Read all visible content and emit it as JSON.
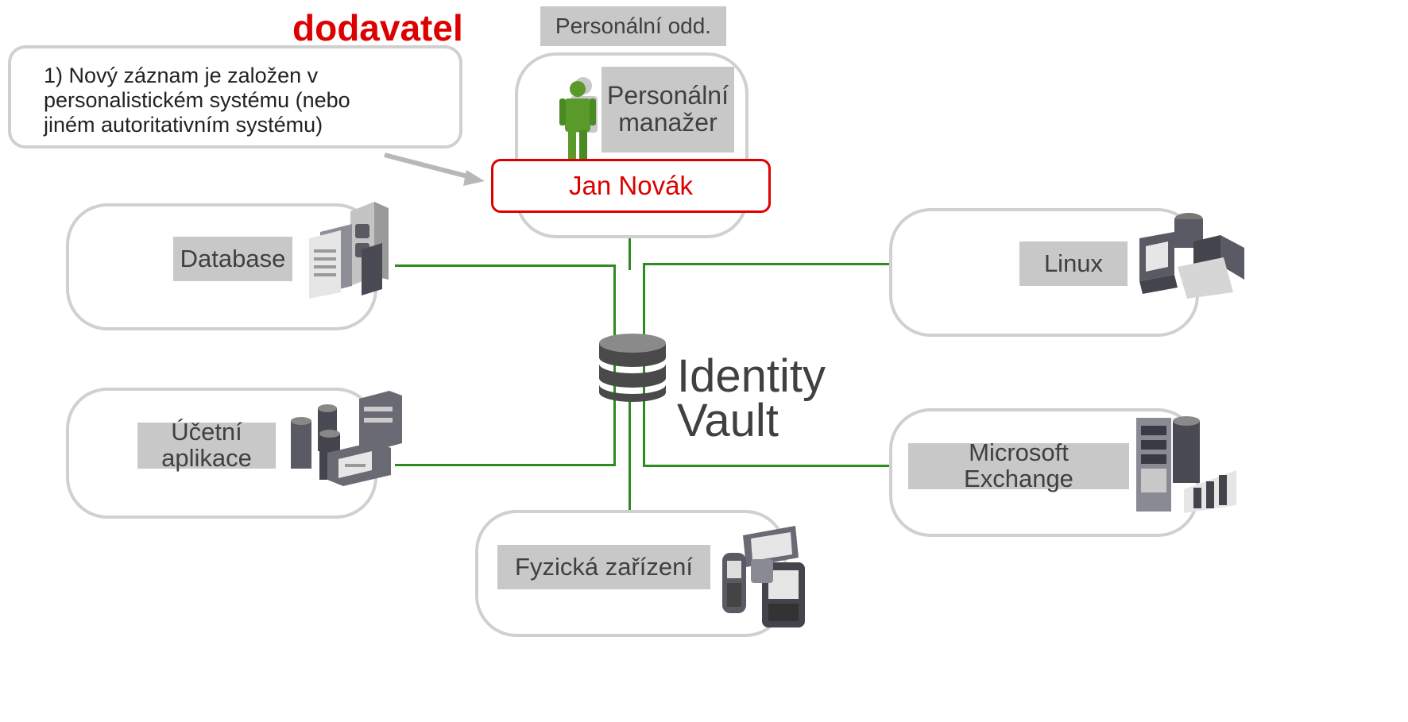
{
  "heading": {
    "text": "dodavatel",
    "color": "#dd0000"
  },
  "callout": {
    "lines": [
      "1) Nový záznam je založen v",
      "personalistickém systému  (nebo",
      "jiném autoritativním systému)"
    ]
  },
  "hr_department": {
    "tag": "Personální odd.",
    "manager_lines": [
      "Personální",
      "manažer"
    ]
  },
  "employee": {
    "name": "Jan Novák",
    "color": "#dd0000"
  },
  "vault": {
    "lines": [
      "Identity",
      "Vault"
    ]
  },
  "systems": {
    "database": "Database",
    "linux": "Linux",
    "accounting_lines": [
      "Účetní",
      "aplikace"
    ],
    "exchange_lines": [
      "Microsoft",
      "Exchange"
    ],
    "devices": "Fyzická zařízení"
  },
  "colors": {
    "connector": "#2e8b1f",
    "box_border": "#d0d0d0",
    "label_bg": "#c8c8c8",
    "person": "#5a9a2a"
  },
  "icons": [
    "person-icon",
    "server-document-icon",
    "computer-icon",
    "database-server-icon",
    "server-rack-icon",
    "mobile-devices-icon",
    "database-icon"
  ]
}
